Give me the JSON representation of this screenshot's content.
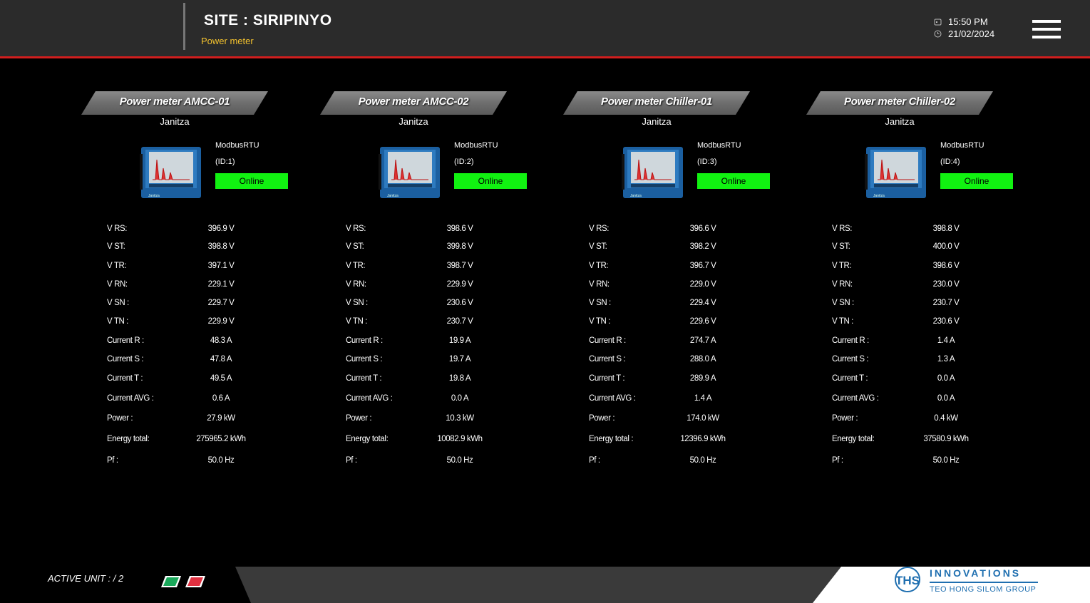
{
  "header": {
    "site_title": "SITE : SIRIPINYO",
    "subtitle": "Power meter",
    "time": "15:50 PM",
    "date": "21/02/2024"
  },
  "colors": {
    "accent_red": "#d21e1e",
    "status_online": "#11f211",
    "subtitle_yellow": "#f2c12e",
    "logo_blue": "#1f6fb0"
  },
  "labels": {
    "vrs": "V RS:",
    "vst": "V ST:",
    "vtr": "V TR:",
    "vrn": "V RN:",
    "vsn": "V SN :",
    "vtn": "V TN :",
    "cur_r": "Current R :",
    "cur_s": "Current S :",
    "cur_t": "Current T :",
    "cur_avg": "Current AVG :",
    "power": "Power :",
    "energy_a": "Energy total:",
    "energy_b": "Energy total :",
    "pf": "Pf :"
  },
  "meters": [
    {
      "name": "Power meter AMCC-01",
      "brand": "Janitza",
      "protocol": "ModbusRTU",
      "id": "(ID:1)",
      "status": "Online",
      "energy_label": "Energy total:",
      "values": {
        "vrs": "396.9 V",
        "vst": "398.8 V",
        "vtr": "397.1 V",
        "vrn": "229.1 V",
        "vsn": "229.7 V",
        "vtn": "229.9 V",
        "cur_r": "48.3 A",
        "cur_s": "47.8 A",
        "cur_t": "49.5 A",
        "cur_avg": "0.6 A",
        "power": "27.9 kW",
        "energy": "275965.2 kWh",
        "pf": "50.0 Hz"
      }
    },
    {
      "name": "Power meter AMCC-02",
      "brand": "Janitza",
      "protocol": "ModbusRTU",
      "id": "(ID:2)",
      "status": "Online",
      "energy_label": "Energy total:",
      "values": {
        "vrs": "398.6 V",
        "vst": "399.8 V",
        "vtr": "398.7 V",
        "vrn": "229.9 V",
        "vsn": "230.6 V",
        "vtn": "230.7 V",
        "cur_r": "19.9 A",
        "cur_s": "19.7 A",
        "cur_t": "19.8 A",
        "cur_avg": "0.0 A",
        "power": "10.3 kW",
        "energy": "10082.9 kWh",
        "pf": "50.0 Hz"
      }
    },
    {
      "name": "Power meter Chiller-01",
      "brand": "Janitza",
      "protocol": "ModbusRTU",
      "id": "(ID:3)",
      "status": "Online",
      "energy_label": "Energy total :",
      "values": {
        "vrs": "396.6 V",
        "vst": "398.2 V",
        "vtr": "396.7 V",
        "vrn": "229.0 V",
        "vsn": "229.4 V",
        "vtn": "229.6 V",
        "cur_r": "274.7 A",
        "cur_s": "288.0 A",
        "cur_t": "289.9 A",
        "cur_avg": "1.4 A",
        "power": "174.0 kW",
        "energy": "12396.9 kWh",
        "pf": "50.0 Hz"
      }
    },
    {
      "name": "Power meter Chiller-02",
      "brand": "Janitza",
      "protocol": "ModbusRTU",
      "id": "(ID:4)",
      "status": "Online",
      "energy_label": "Energy total:",
      "values": {
        "vrs": "398.8 V",
        "vst": "400.0 V",
        "vtr": "398.6 V",
        "vrn": "230.0 V",
        "vsn": "230.7 V",
        "vtn": "230.6 V",
        "cur_r": "1.4 A",
        "cur_s": "1.3 A",
        "cur_t": "0.0 A",
        "cur_avg": "0.0 A",
        "power": "0.4 kW",
        "energy": "37580.9 kWh",
        "pf": "50.0 Hz"
      }
    }
  ],
  "footer": {
    "active_unit": "ACTIVE UNIT : / 2",
    "logo_mark": "THS",
    "logo_name": "INNOVATIONS",
    "logo_group": "TEO HONG SILOM GROUP"
  },
  "icons": {
    "date_icon": "calendar-icon",
    "time_icon": "clock-icon",
    "menu_icon": "hamburger-menu-icon"
  }
}
